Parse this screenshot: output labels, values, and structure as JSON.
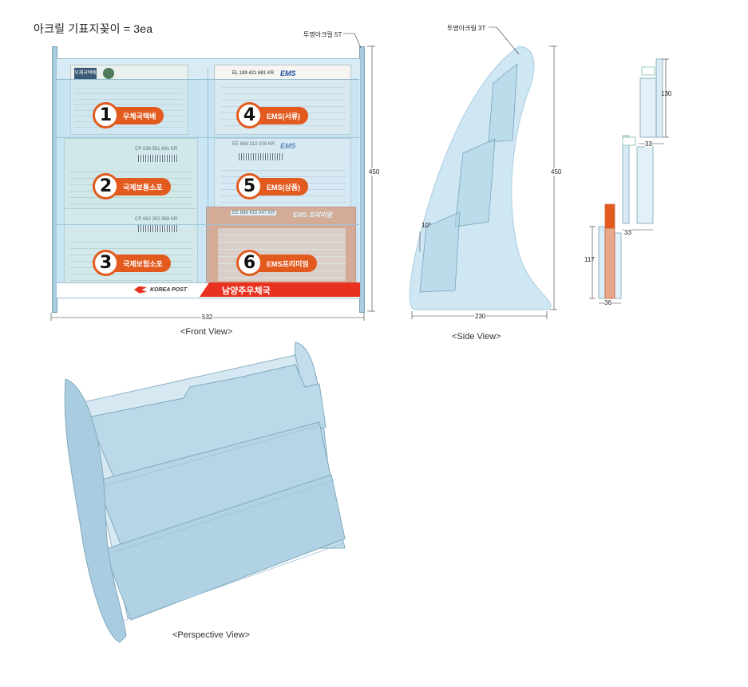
{
  "title": "아크릴 기표지꽂이 = 3ea",
  "front_view": {
    "caption": "<Front View>",
    "material_note": "투명아크릴 5T",
    "width_dim": "532",
    "height_dim": "450",
    "pockets": [
      {
        "num": "1",
        "label": "우체국택배"
      },
      {
        "num": "2",
        "label": "국제보통소포"
      },
      {
        "num": "3",
        "label": "국제보험소포"
      },
      {
        "num": "4",
        "label": "EMS(서류)"
      },
      {
        "num": "5",
        "label": "EMS(상품)"
      },
      {
        "num": "6",
        "label": "EMS프리미엄"
      }
    ],
    "logo_text": "KOREA POST",
    "banner_text": "남양주우체국",
    "form_snippets": {
      "f1_header": "우체국택배",
      "f4_code": "EL 189 421 681 KR",
      "f4_brand": "EMS",
      "f2_code": "CP 038 581 641 KR",
      "f5_code": "EE 889 213 039 KR",
      "f5_brand": "EMS",
      "f3_code": "CP 062 302 369 KR",
      "f6_code": "EE 888 415 047 KR",
      "f6_brand": "EMS 프리미엄"
    },
    "colors": {
      "accent": "#e35a1e",
      "banner": "#e8321f",
      "acrylic": "#cfe6f3",
      "edge": "#8db4c6"
    }
  },
  "side_view": {
    "caption": "<Side View>",
    "material_note": "투명아크릴 3T",
    "width_dim": "230",
    "height_dim": "450",
    "angle": "10°"
  },
  "pocket_detail": {
    "dims": [
      "130",
      "33",
      "33",
      "117",
      "36"
    ]
  },
  "perspective_view": {
    "caption": "<Perspective View>"
  }
}
